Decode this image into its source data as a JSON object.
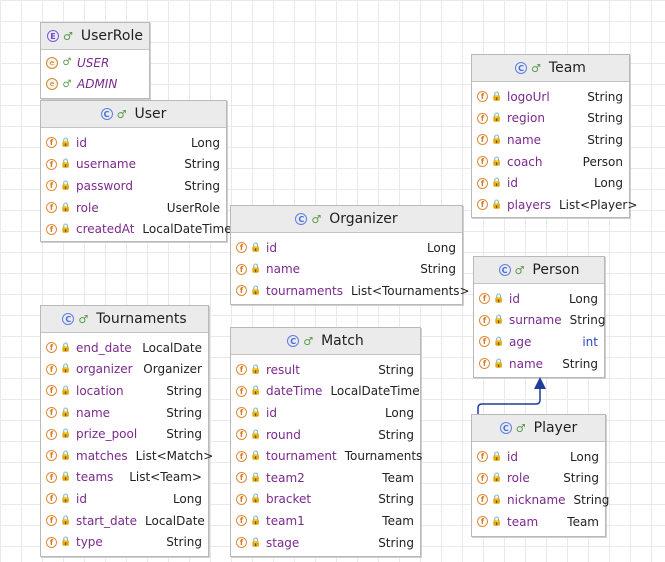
{
  "classes": {
    "userrole": {
      "name": "UserRole",
      "kind": "E",
      "constants": [
        "USER",
        "ADMIN"
      ]
    },
    "user": {
      "name": "User",
      "kind": "C",
      "fields": [
        {
          "name": "id",
          "type": "Long"
        },
        {
          "name": "username",
          "type": "String"
        },
        {
          "name": "password",
          "type": "String"
        },
        {
          "name": "role",
          "type": "UserRole"
        },
        {
          "name": "createdAt",
          "type": "LocalDateTime"
        }
      ]
    },
    "team": {
      "name": "Team",
      "kind": "C",
      "fields": [
        {
          "name": "logoUrl",
          "type": "String"
        },
        {
          "name": "region",
          "type": "String"
        },
        {
          "name": "name",
          "type": "String"
        },
        {
          "name": "coach",
          "type": "Person"
        },
        {
          "name": "id",
          "type": "Long"
        },
        {
          "name": "players",
          "type": "List<Player>"
        }
      ]
    },
    "organizer": {
      "name": "Organizer",
      "kind": "C",
      "fields": [
        {
          "name": "id",
          "type": "Long"
        },
        {
          "name": "name",
          "type": "String"
        },
        {
          "name": "tournaments",
          "type": "List<Tournaments>"
        }
      ]
    },
    "person": {
      "name": "Person",
      "kind": "C",
      "fields": [
        {
          "name": "id",
          "type": "Long"
        },
        {
          "name": "surname",
          "type": "String"
        },
        {
          "name": "age",
          "type": "int"
        },
        {
          "name": "name",
          "type": "String"
        }
      ]
    },
    "tournaments": {
      "name": "Tournaments",
      "kind": "C",
      "fields": [
        {
          "name": "end_date",
          "type": "LocalDate"
        },
        {
          "name": "organizer",
          "type": "Organizer"
        },
        {
          "name": "location",
          "type": "String"
        },
        {
          "name": "name",
          "type": "String"
        },
        {
          "name": "prize_pool",
          "type": "String"
        },
        {
          "name": "matches",
          "type": "List<Match>"
        },
        {
          "name": "teams",
          "type": "List<Team>"
        },
        {
          "name": "id",
          "type": "Long"
        },
        {
          "name": "start_date",
          "type": "LocalDate"
        },
        {
          "name": "type",
          "type": "String"
        }
      ]
    },
    "match": {
      "name": "Match",
      "kind": "C",
      "fields": [
        {
          "name": "result",
          "type": "String"
        },
        {
          "name": "dateTime",
          "type": "LocalDateTime"
        },
        {
          "name": "id",
          "type": "Long"
        },
        {
          "name": "round",
          "type": "String"
        },
        {
          "name": "tournament",
          "type": "Tournaments"
        },
        {
          "name": "team2",
          "type": "Team"
        },
        {
          "name": "bracket",
          "type": "String"
        },
        {
          "name": "team1",
          "type": "Team"
        },
        {
          "name": "stage",
          "type": "String"
        }
      ]
    },
    "player": {
      "name": "Player",
      "kind": "C",
      "fields": [
        {
          "name": "id",
          "type": "Long"
        },
        {
          "name": "role",
          "type": "String"
        },
        {
          "name": "nickname",
          "type": "String"
        },
        {
          "name": "team",
          "type": "Team"
        }
      ]
    }
  },
  "icons": {
    "field": "f",
    "enum_const": "e",
    "leaf": "♂",
    "lock": "🔒"
  },
  "colors": {
    "field_name": "#7a2a8c",
    "primitive_type": "#2a48c8",
    "class_icon": "#3d6be0",
    "field_icon": "#e08a3a",
    "arrow": "#1f3d9c"
  }
}
